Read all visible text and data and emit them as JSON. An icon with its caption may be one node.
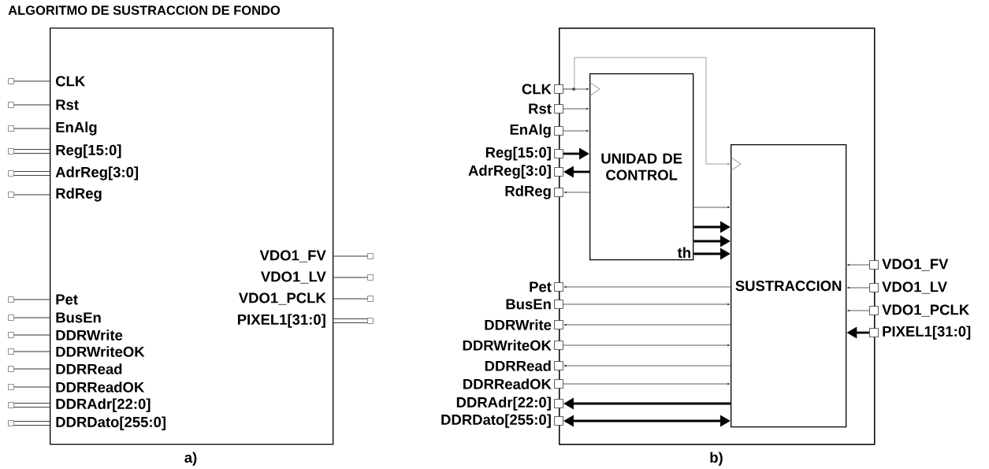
{
  "diagram": {
    "nodes": [
      {
        "beside": [
          "a)"
        ],
        "text": [
          "ALGORITMO DE SUSTRACCION DE FONDO",
          "CLK",
          "Rst",
          "EnAlg",
          "Reg[15:0]",
          "AdrReg[3:0]",
          "RdReg",
          "Pet",
          "BusEn",
          "DDRWrite",
          "DDRWriteOK",
          "DDRRead",
          "DDRReadOK",
          "DDRAdr[22:0]",
          "DDRDato[255:0]",
          "VDO1_FV",
          "VDO1_LV",
          "VDO1_PCLK",
          "PIXEL1[31:0]"
        ]
      },
      {
        "text": [],
        "shape": "box"
      },
      {
        "text": [],
        "shape": "box"
      },
      {
        "text": [],
        "shape": "box"
      },
      {
        "text": [],
        "shape": "box"
      },
      {
        "text": [],
        "shape": "box"
      },
      {
        "text": [],
        "shape": "box"
      },
      {
        "text": [],
        "shape": "box"
      },
      {
        "text": [],
        "shape": "box"
      },
      {
        "text": [],
        "shape": "box"
      },
      {
        "text": [],
        "shape": "box"
      },
      {
        "text": [],
        "shape": "box"
      },
      {
        "text": [],
        "shape": "box"
      },
      {
        "text": [],
        "shape": "box"
      },
      {
        "text": [],
        "shape": "box"
      },
      {
        "text": [],
        "shape": "box"
      },
      {
        "text": [],
        "shape": "box"
      },
      {
        "text": [],
        "shape": "box"
      },
      {
        "text": [],
        "shape": "box"
      },
      {
        "text": [],
        "shape": "box",
        "beside": [
          "b)"
        ]
      },
      {
        "text": [],
        "shape": "box",
        "beside": [
          "CLK"
        ]
      },
      {
        "text": [],
        "shape": "box",
        "beside": [
          "Rst"
        ]
      },
      {
        "text": [],
        "shape": "box",
        "beside": [
          "EnAlg"
        ]
      },
      {
        "text": [],
        "shape": "box",
        "beside": [
          "Reg[15:0]"
        ]
      },
      {
        "text": [],
        "shape": "box",
        "beside": [
          "AdrReg[3:0]"
        ]
      },
      {
        "text": [],
        "shape": "box",
        "beside": [
          "RdReg"
        ]
      },
      {
        "text": [],
        "shape": "box",
        "beside": [
          "Pet"
        ]
      },
      {
        "text": [],
        "shape": "box",
        "beside": [
          "BusEn"
        ]
      },
      {
        "text": [],
        "shape": "box",
        "beside": [
          "DDRWrite"
        ]
      },
      {
        "text": [],
        "shape": "box",
        "beside": [
          "DDRWriteOK"
        ]
      },
      {
        "text": [],
        "shape": "box",
        "beside": [
          "DDRRead"
        ]
      },
      {
        "text": [],
        "shape": "box",
        "beside": [
          "DDRReadOK"
        ]
      },
      {
        "text": [],
        "shape": "box",
        "beside": [
          "DDRAdr[22:0]"
        ]
      },
      {
        "text": [],
        "shape": "box",
        "beside": [
          "DDRDato[255:0]"
        ]
      },
      {
        "text": [
          "UNIDAD DE CONTROL",
          "th"
        ],
        "in": 19
      },
      {
        "text": [
          "SUSTRACCION"
        ],
        "in": 19
      },
      {
        "text": [],
        "shape": "box",
        "beside": [
          "VDO1_FV"
        ]
      },
      {
        "text": [],
        "shape": "box",
        "beside": [
          "VDO1_LV"
        ]
      },
      {
        "text": [],
        "shape": "box",
        "beside": [
          "VDO1_PCLK"
        ]
      },
      {
        "text": [],
        "shape": "box",
        "beside": [
          "PIXEL1[31:0]"
        ]
      }
    ],
    "edges": [
      {
        "from": 1,
        "to": 0,
        "arrow": "none"
      },
      {
        "from": 2,
        "to": 0,
        "arrow": "none"
      },
      {
        "from": 3,
        "to": 0,
        "arrow": "none"
      },
      {
        "from": 4,
        "to": 0,
        "arrow": "none",
        "style": "thick"
      },
      {
        "from": 5,
        "to": 0,
        "arrow": "none",
        "style": "thick"
      },
      {
        "from": 6,
        "to": 0,
        "arrow": "none"
      },
      {
        "from": 7,
        "to": 0,
        "arrow": "none"
      },
      {
        "from": 8,
        "to": 0,
        "arrow": "none"
      },
      {
        "from": 9,
        "to": 0,
        "arrow": "none"
      },
      {
        "from": 10,
        "to": 0,
        "arrow": "none"
      },
      {
        "from": 11,
        "to": 0,
        "arrow": "none"
      },
      {
        "from": 12,
        "to": 0,
        "arrow": "none"
      },
      {
        "from": 13,
        "to": 0,
        "arrow": "none",
        "style": "thick"
      },
      {
        "from": 14,
        "to": 0,
        "arrow": "none",
        "style": "thick"
      },
      {
        "from": 15,
        "to": 0,
        "arrow": "none"
      },
      {
        "from": 16,
        "to": 0,
        "arrow": "none"
      },
      {
        "from": 17,
        "to": 0,
        "arrow": "none"
      },
      {
        "from": 18,
        "to": 0,
        "arrow": "none",
        "style": "thick"
      },
      {
        "from": 20,
        "to": 34,
        "arrow": "to"
      },
      {
        "from": 20,
        "to": 35,
        "arrow": "to",
        "color": "#8c8c8c"
      },
      {
        "from": 21,
        "to": 34,
        "arrow": "to"
      },
      {
        "from": 22,
        "to": 34,
        "arrow": "to"
      },
      {
        "from": 23,
        "to": 34,
        "arrow": "to",
        "style": "thick"
      },
      {
        "from": 34,
        "to": 24,
        "arrow": "to",
        "style": "thick"
      },
      {
        "from": 34,
        "to": 25,
        "arrow": "to"
      },
      {
        "from": 34,
        "to": 35,
        "arrow": "to"
      },
      {
        "from": 34,
        "to": 35,
        "arrow": "to",
        "style": "thick"
      },
      {
        "from": 34,
        "to": 35,
        "arrow": "to",
        "style": "thick"
      },
      {
        "from": 34,
        "to": 35,
        "arrow": "to",
        "style": "thick"
      },
      {
        "from": 35,
        "to": 26,
        "arrow": "to"
      },
      {
        "from": 27,
        "to": 35,
        "arrow": "to"
      },
      {
        "from": 35,
        "to": 28,
        "arrow": "to"
      },
      {
        "from": 29,
        "to": 35,
        "arrow": "to"
      },
      {
        "from": 35,
        "to": 30,
        "arrow": "to"
      },
      {
        "from": 31,
        "to": 35,
        "arrow": "to"
      },
      {
        "from": 35,
        "to": 32,
        "arrow": "to",
        "style": "thick"
      },
      {
        "from": 33,
        "to": 35,
        "arrow": "both",
        "style": "thick"
      },
      {
        "from": 36,
        "to": 35,
        "arrow": "to"
      },
      {
        "from": 37,
        "to": 35,
        "arrow": "to"
      },
      {
        "from": 38,
        "to": 35,
        "arrow": "to"
      },
      {
        "from": 39,
        "to": 35,
        "arrow": "to",
        "style": "thick"
      }
    ]
  }
}
